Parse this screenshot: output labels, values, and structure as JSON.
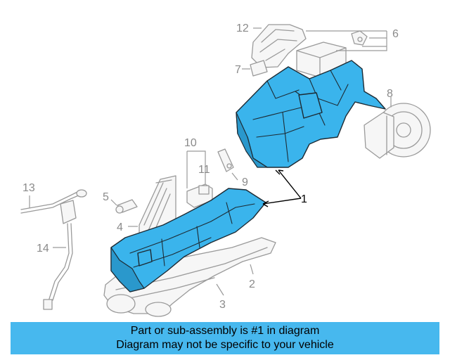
{
  "callouts": {
    "c1": "1",
    "c2": "2",
    "c3": "3",
    "c4": "4",
    "c5": "5",
    "c6": "6",
    "c7": "7",
    "c8": "8",
    "c9": "9",
    "c10": "10",
    "c11": "11",
    "c12": "12",
    "c13": "13",
    "c14": "14"
  },
  "highlight_color": "#3ab4ec",
  "banner": {
    "color": "#47b8ee",
    "line1": "Part or sub-assembly is #1 in diagram",
    "line2": "Diagram may not be specific to your vehicle"
  }
}
